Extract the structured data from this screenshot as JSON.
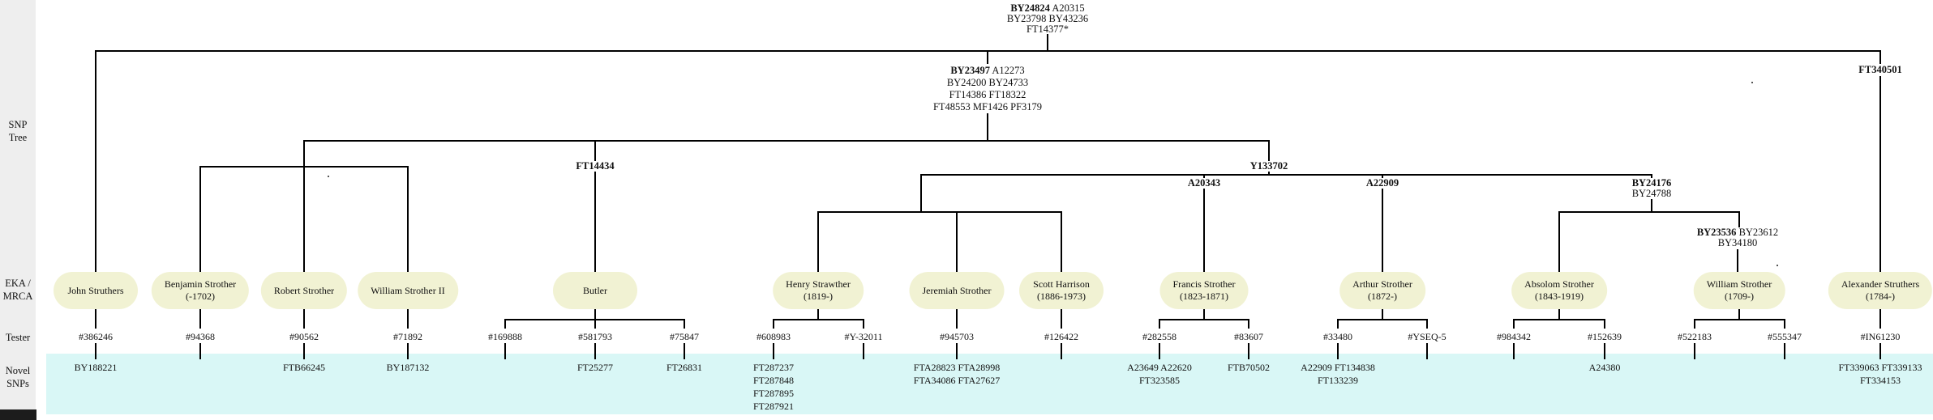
{
  "sidebar": {
    "snp_tree": [
      "SNP",
      "Tree"
    ],
    "eka": [
      "EKA /",
      "MRCA"
    ],
    "tester": "Tester",
    "novel": [
      "Novel",
      "SNPs"
    ]
  },
  "nodes": {
    "root": {
      "bold": "BY24824",
      "rest": "A20315",
      "line2": "BY23798 BY43236",
      "line3": "FT14377*"
    },
    "by23497": {
      "bold": "BY23497",
      "rest": "A12273",
      "line2": "BY24200 BY24733",
      "line3": "FT14386 FT18322",
      "line4": "FT48553 MF1426 PF3179"
    },
    "ft340501": {
      "bold": "FT340501"
    },
    "ft14434": {
      "bold": "FT14434"
    },
    "y133702": {
      "bold": "Y133702"
    },
    "a20343": {
      "bold": "A20343"
    },
    "a22909": {
      "bold": "A22909"
    },
    "by24176": {
      "bold": "BY24176",
      "line2": "BY24788"
    },
    "by23536": {
      "bold": "BY23536",
      "rest": "BY23612",
      "line2": "BY34180"
    }
  },
  "eka_ovals": [
    {
      "line1": "John Struthers",
      "line2": ""
    },
    {
      "line1": "Benjamin Strother",
      "line2": "(-1702)"
    },
    {
      "line1": "Robert Strother",
      "line2": ""
    },
    {
      "line1": "William Strother II",
      "line2": ""
    },
    {
      "line1": "Butler",
      "line2": ""
    },
    {
      "line1": "Henry Strawther",
      "line2": "(1819-)"
    },
    {
      "line1": "Jeremiah Strother",
      "line2": ""
    },
    {
      "line1": "Scott Harrison",
      "line2": "(1886-1973)"
    },
    {
      "line1": "Francis Strother",
      "line2": "(1823-1871)"
    },
    {
      "line1": "Arthur Strother",
      "line2": "(1872-)"
    },
    {
      "line1": "Absolom Strother",
      "line2": "(1843-1919)"
    },
    {
      "line1": "William Strother",
      "line2": "(1709-)"
    },
    {
      "line1": "Alexander Struthers",
      "line2": "(1784-)"
    }
  ],
  "testers": [
    "#386246",
    "#94368",
    "#90562",
    "#71892",
    "#169888",
    "#581793",
    "#75847",
    "#608983",
    "#Y-32011",
    "#945703",
    "#126422",
    "#282558",
    "#83607",
    "#33480",
    "#YSEQ-5",
    "#984342",
    "#152639",
    "#522183",
    "#555347",
    "#IN61230"
  ],
  "novel_snps": [
    {
      "lines": [
        "BY188221"
      ]
    },
    {
      "lines": [
        "FTB66245"
      ]
    },
    {
      "lines": [
        "BY187132"
      ]
    },
    {
      "lines": [
        "FT25277"
      ]
    },
    {
      "lines": [
        "FT26831"
      ]
    },
    {
      "lines": [
        "FT287237",
        "FT287848",
        "FT287895",
        "FT287921"
      ]
    },
    {
      "lines": [
        "FTA28823 FTA28998",
        "FTA34086 FTA27627"
      ]
    },
    {
      "lines": [
        "A23649 A22620",
        "FT323585"
      ]
    },
    {
      "lines": [
        "FTB70502"
      ]
    },
    {
      "lines": [
        "A22909 FT134838",
        "FT133239"
      ]
    },
    {
      "lines": [
        "A24380"
      ]
    },
    {
      "lines": [
        "FT339063 FT339133",
        "FT334153"
      ]
    }
  ],
  "colors": {
    "oval_fill": "#f1f2d3",
    "band_cyan": "#d9f7f6",
    "sidebar_gray": "#eeeeee",
    "line_black": "#000000",
    "corner_black": "#1c1c1c"
  }
}
